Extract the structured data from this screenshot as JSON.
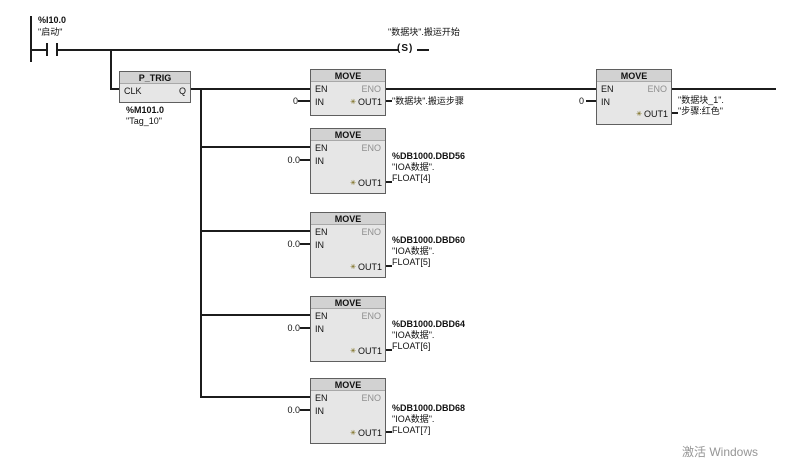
{
  "network": {
    "contact": {
      "address": "%I10.0",
      "tag": "\"启动\""
    },
    "coil": {
      "operand": "\"数据块\".搬运开始",
      "symbol": "(S)"
    },
    "ptrig": {
      "title": "P_TRIG",
      "clk": "CLK",
      "q": "Q",
      "address": "%M101.0",
      "tag": "\"Tag_10\""
    },
    "pin": {
      "en": "EN",
      "eno": "ENO",
      "in": "IN",
      "out": "OUT1"
    },
    "moves": [
      {
        "title": "MOVE",
        "value": "0",
        "out": [
          "\"数据块\".搬运步骤"
        ]
      },
      {
        "title": "MOVE",
        "value": "0",
        "out": [
          "\"数据块_1\".",
          "\"步骤:红色\""
        ]
      },
      {
        "title": "MOVE",
        "value": "0.0",
        "out": [
          "%DB1000.DBD56",
          "\"IOA数据\".",
          "FLOAT[4]"
        ]
      },
      {
        "title": "MOVE",
        "value": "0.0",
        "out": [
          "%DB1000.DBD60",
          "\"IOA数据\".",
          "FLOAT[5]"
        ]
      },
      {
        "title": "MOVE",
        "value": "0.0",
        "out": [
          "%DB1000.DBD64",
          "\"IOA数据\".",
          "FLOAT[6]"
        ]
      },
      {
        "title": "MOVE",
        "value": "0.0",
        "out": [
          "%DB1000.DBD68",
          "\"IOA数据\".",
          "FLOAT[7]"
        ]
      }
    ],
    "watermark": "激活 Windows"
  }
}
